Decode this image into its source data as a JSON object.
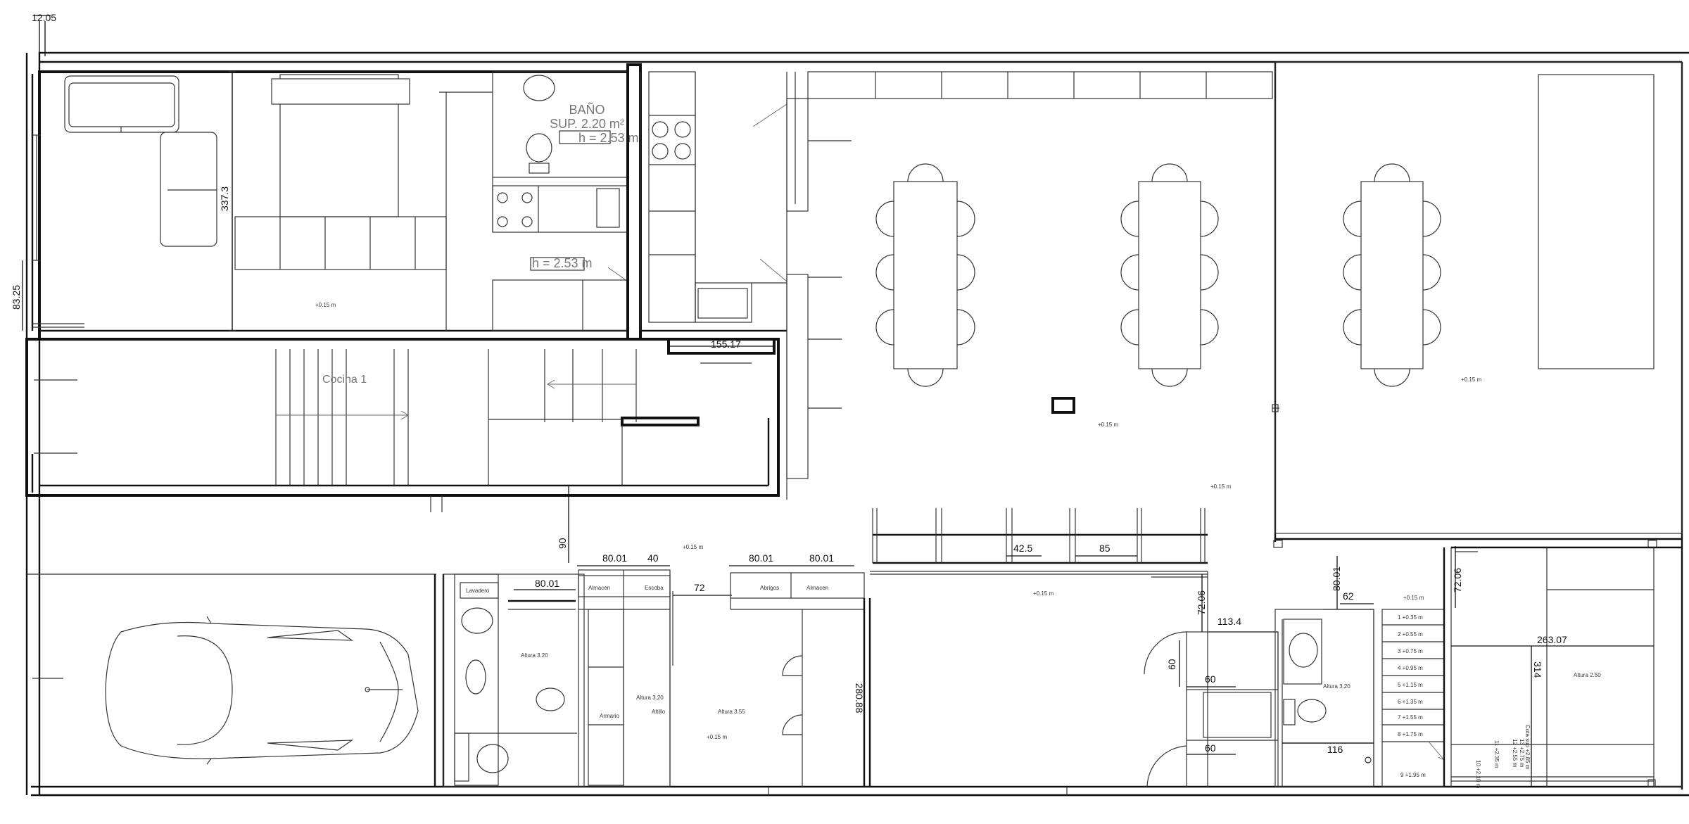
{
  "dimensions": {
    "top_left": "12.05",
    "left_side": "83.25",
    "bedroom_width": "337.3",
    "kitchen_width": "155.17",
    "gap_90": "90",
    "laundry_80": "80.01",
    "almacen_80": "80.01",
    "escoba_40": "40",
    "abrigos_80": "80.01",
    "almacen2_80": "80.01",
    "d72": "72",
    "d42": "42.5",
    "d85": "85",
    "hall_280": "280.88",
    "d72b": "72.06",
    "d113": "113.4",
    "d60a": "60",
    "d60b": "60",
    "d60c": "60",
    "d80b": "80.01",
    "d62": "62",
    "d116": "116",
    "d72c": "72.06",
    "d263": "263.07",
    "d314": "314"
  },
  "rooms": {
    "bano_name": "BAÑO",
    "bano_sup": "SUP. 2.20 m²",
    "bano_h": "h = 2.53 m",
    "kitchen_h": "h = 2.53 m",
    "cocina": "Cocina 1"
  },
  "labels": {
    "level_1": "+0.15 m",
    "level_2": "+0.15 m",
    "level_3": "+0.15 m",
    "level_4": "+0.15 m",
    "level_5": "+0.15 m",
    "level_6": "+0.15 m",
    "level_7": "+0.15 m",
    "level_8": "+0.15 m",
    "lavadero": "Lavadero",
    "almacen": "Almacen",
    "escoba": "Escoba",
    "abrigos": "Abrigos",
    "almacen2": "Almacen",
    "armario": "Armario",
    "altillo": "Altillo",
    "altura_320a": "Altura 3.20",
    "altura_320b": "Altura 3.20",
    "altura_355": "Altura 3.55",
    "altura_320c": "Altura 3.20",
    "altura_250": "Altura 2.50"
  },
  "stairs": [
    "1 +0.35 m",
    "2 +0.55 m",
    "3 +0.75 m",
    "4 +0.95 m",
    "5 +1.15 m",
    "6 +1.35 m",
    "7 +1.55 m",
    "8 +1.75 m",
    "9 +1.95 m"
  ],
  "stairs_vertical": [
    "10 +2.10 m",
    "11 +2.35 m",
    "12 +2.55 m",
    "13 +2.75 m",
    "Cota sup +2.85 m"
  ]
}
